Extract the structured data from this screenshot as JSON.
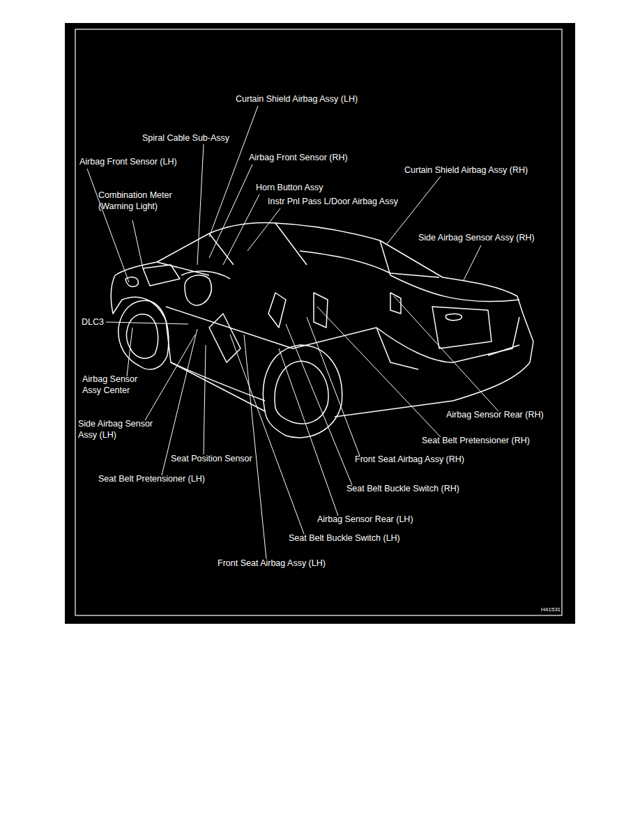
{
  "diagram": {
    "labels": [
      "Curtain Shield Airbag Assy (LH)",
      "Spiral Cable Sub-Assy",
      "Airbag Front Sensor (LH)",
      "Airbag Front Sensor (RH)",
      "Curtain Shield Airbag Assy (RH)",
      "Combination Meter (Warning Light)",
      "Horn Button Assy",
      "Instr Pnl Pass L/Door Airbag Assy",
      "Side Airbag Sensor Assy (RH)",
      "DLC3",
      "Airbag Sensor Assy Center",
      "Side Airbag Sensor Assy (LH)",
      "Seat Position Sensor",
      "Seat Belt Pretensioner (LH)",
      "Airbag Sensor Rear (RH)",
      "Seat Belt Pretensioner (RH)",
      "Front Seat Airbag Assy (RH)",
      "Seat Belt Buckle Switch (RH)",
      "Airbag Sensor Rear (LH)",
      "Seat Belt Buckle Switch (LH)",
      "Front Seat Airbag Assy (LH)",
      "H41531"
    ]
  }
}
